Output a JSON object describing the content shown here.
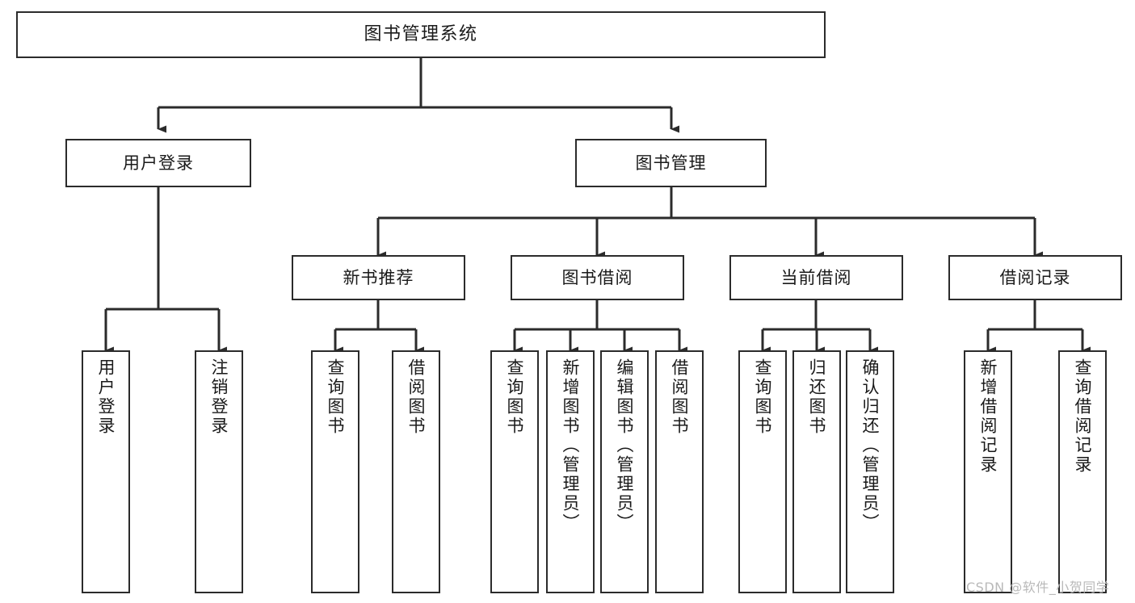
{
  "diagram": {
    "title": "图书管理系统",
    "watermark": "CSDN @软件_小贺同学",
    "edge_color": "#2b2b2b",
    "box_border_color": "#2b2b2b",
    "box_fill_color": "#ffffff",
    "text_color": "#1a1a1a",
    "background_color": "#ffffff"
  },
  "nodes": {
    "root": {
      "label": "图书管理系统"
    },
    "level1": [
      {
        "label": "用户登录"
      },
      {
        "label": "图书管理"
      }
    ],
    "level2": [
      {
        "label": "新书推荐"
      },
      {
        "label": "图书借阅"
      },
      {
        "label": "当前借阅"
      },
      {
        "label": "借阅记录"
      }
    ],
    "leaves": {
      "user_login": [
        {
          "label": "用户登录"
        },
        {
          "label": "注销登录"
        }
      ],
      "new_book_recommend": [
        {
          "label": "查询图书"
        },
        {
          "label": "借阅图书"
        }
      ],
      "book_borrow": [
        {
          "label": "查询图书"
        },
        {
          "label": "新增图书（管理员）"
        },
        {
          "label": "编辑图书（管理员）"
        },
        {
          "label": "借阅图书"
        }
      ],
      "current_borrow": [
        {
          "label": "查询图书"
        },
        {
          "label": "归还图书"
        },
        {
          "label": "确认归还（管理员）"
        }
      ],
      "borrow_record": [
        {
          "label": "新增借阅记录"
        },
        {
          "label": "查询借阅记录"
        }
      ]
    }
  }
}
